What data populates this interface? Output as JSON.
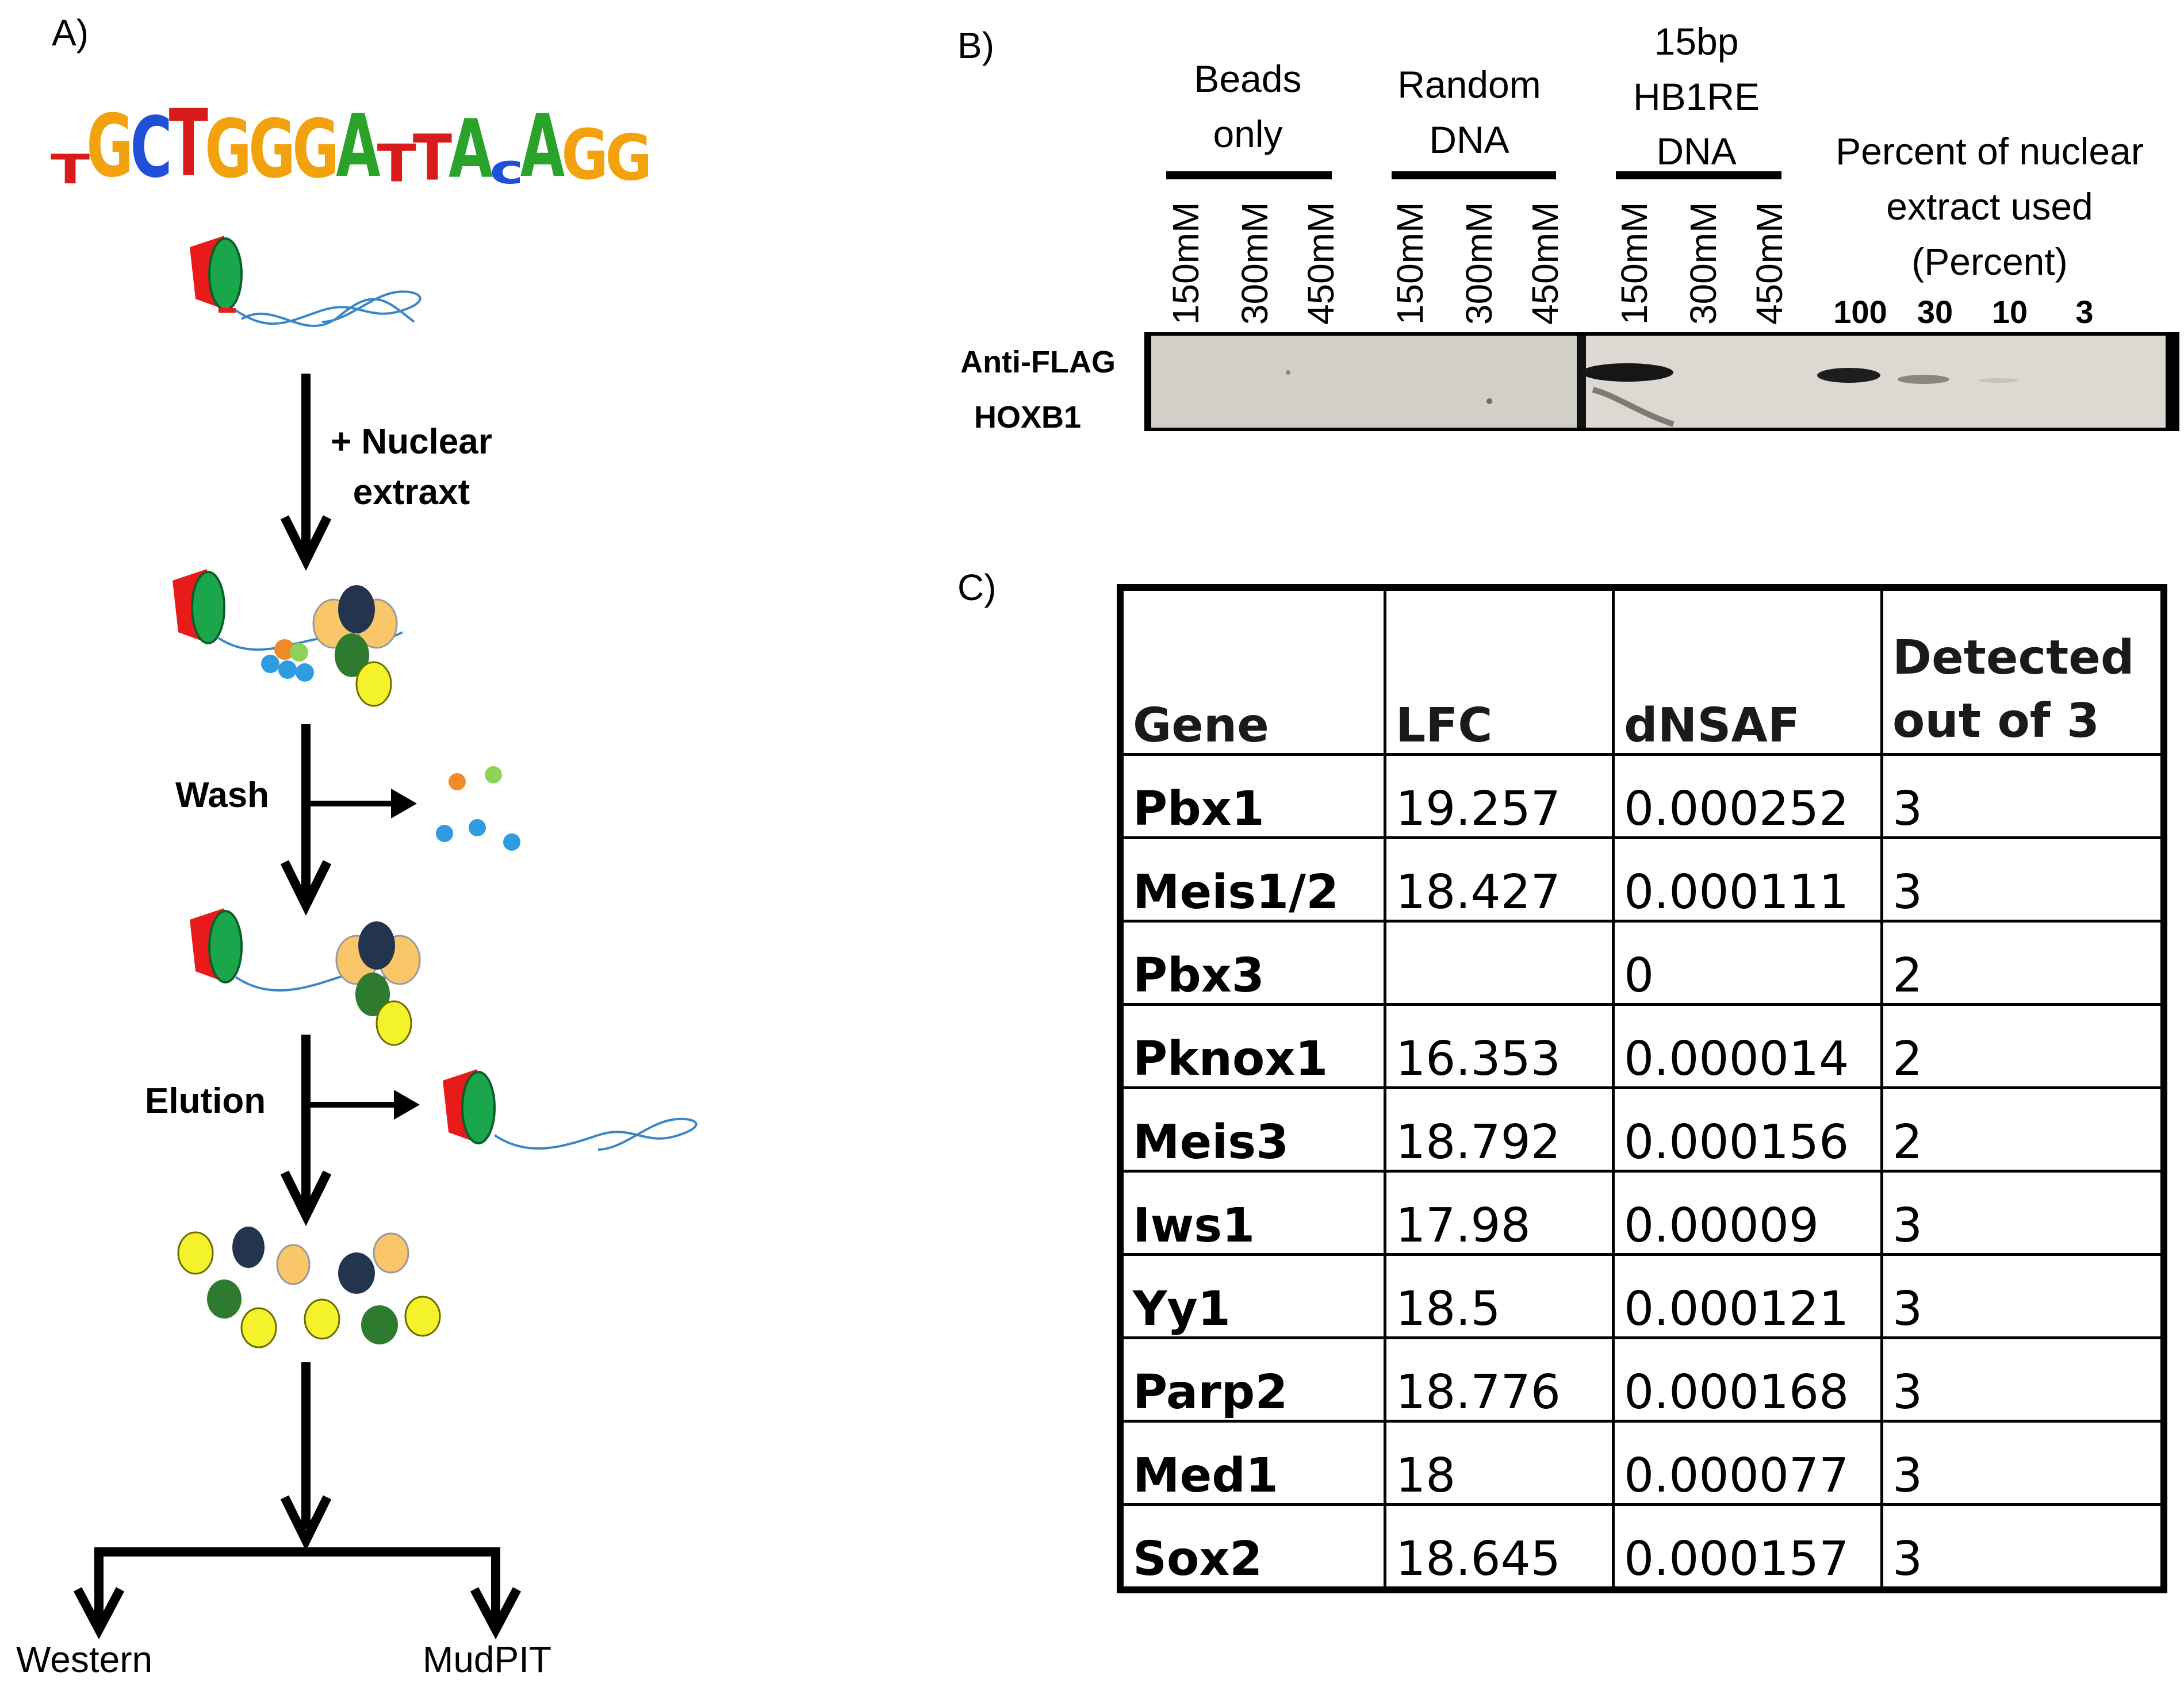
{
  "panel_a": {
    "label": "A)",
    "motif": [
      "T",
      "G",
      "C",
      "T",
      "G",
      "G",
      "G",
      "A",
      "T",
      "T",
      "A",
      "c",
      "A",
      "G",
      "G"
    ],
    "step_nuclear_line1": "+ Nuclear",
    "step_nuclear_line2": "extraxt",
    "step_wash": "Wash",
    "step_elution": "Elution",
    "output_left": "Western",
    "output_right": "MudPIT"
  },
  "panel_b": {
    "label": "B)",
    "groups": [
      {
        "line1": "Beads",
        "line2": "only",
        "line3": ""
      },
      {
        "line1": "Random",
        "line2": "DNA",
        "line3": ""
      },
      {
        "line1": "15bp",
        "line2": "HB1RE",
        "line3": "DNA"
      }
    ],
    "lanes": [
      "150mM",
      "300mM",
      "450mM",
      "150mM",
      "300mM",
      "450mM",
      "150mM",
      "300mM",
      "450mM"
    ],
    "percent_title_line1": "Percent of nuclear",
    "percent_title_line2": "extract used",
    "percent_title_line3": "(Percent)",
    "percents": [
      "100",
      "30",
      "10",
      "3"
    ],
    "blot_label_line1": "Anti-FLAG",
    "blot_label_line2": "HOXB1"
  },
  "panel_c": {
    "label": "C)",
    "columns": [
      "Gene",
      "LFC",
      "dNSAF",
      "Detected out of 3"
    ],
    "rows": [
      [
        "Pbx1",
        "19.257",
        "0.000252",
        "3"
      ],
      [
        "Meis1/2",
        "18.427",
        "0.000111",
        "3"
      ],
      [
        "Pbx3",
        "",
        "0",
        "2"
      ],
      [
        "Pknox1",
        "16.353",
        "0.000014",
        "2"
      ],
      [
        "Meis3",
        "18.792",
        "0.000156",
        "2"
      ],
      [
        "Iws1",
        "17.98",
        "0.00009",
        "3"
      ],
      [
        "Yy1",
        "18.5",
        "0.000121",
        "3"
      ],
      [
        "Parp2",
        "18.776",
        "0.000168",
        "3"
      ],
      [
        "Med1",
        "18",
        "0.000077",
        "3"
      ],
      [
        "Sox2",
        "18.645",
        "0.000157",
        "3"
      ]
    ]
  }
}
